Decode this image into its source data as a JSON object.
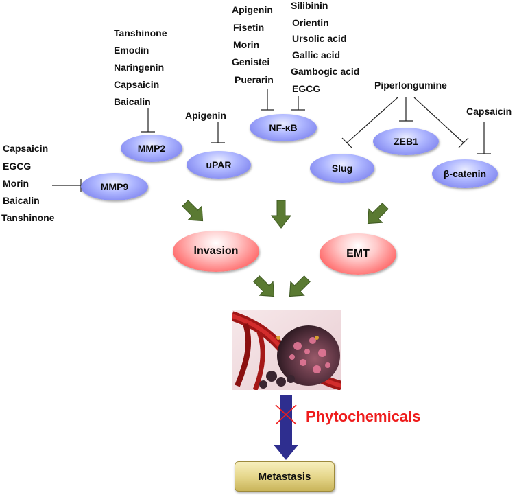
{
  "inhibitor_groups": {
    "mmp2": [
      "Tanshinone",
      "Emodin",
      "Naringenin",
      "Capsaicin",
      "Baicalin"
    ],
    "upar": [
      "Apigenin"
    ],
    "nfkb_left": [
      "Apigenin",
      "Fisetin",
      "Morin",
      "Genistei",
      "Puerarin"
    ],
    "nfkb_right": [
      "Silibinin",
      "Orientin",
      "Ursolic acid",
      "Gallic acid",
      "Gambogic acid",
      "EGCG"
    ],
    "emt_regulators": [
      "Piperlongumine"
    ],
    "beta_catenin": [
      "Capsaicin"
    ],
    "mmp9": [
      "Capsaicin",
      "EGCG",
      "Morin",
      "Baicalin",
      "Tanshinone"
    ]
  },
  "targets": {
    "mmp2": "MMP2",
    "upar": "uPAR",
    "nfkb": "NF-κB",
    "mmp9": "MMP9",
    "zeb1": "ZEB1",
    "slug": "Slug",
    "beta_catenin": "β-catenin"
  },
  "outcomes": {
    "invasion": "Invasion",
    "emt": "EMT"
  },
  "inhibitor_label": "Phytochemicals",
  "endpoint": "Metastasis",
  "colors": {
    "target_node": "#8f95ff",
    "outcome_node": "#ff6b6b",
    "green_arrow": "#5a7a32",
    "main_arrow": "#2e2e8f",
    "phyto_text": "#ee1c1c",
    "endpoint_box": "#e6d78c"
  }
}
